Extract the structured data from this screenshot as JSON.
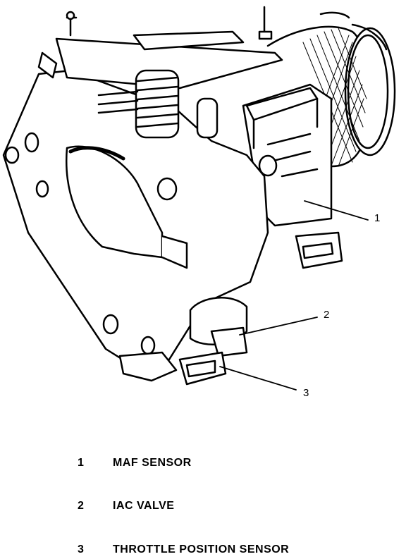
{
  "callouts": [
    {
      "number": "1"
    },
    {
      "number": "2"
    },
    {
      "number": "3"
    }
  ],
  "legend": [
    {
      "number": "1",
      "label": "MAF SENSOR"
    },
    {
      "number": "2",
      "label": "IAC VALVE"
    },
    {
      "number": "3",
      "label": "THROTTLE POSITION SENSOR"
    }
  ]
}
